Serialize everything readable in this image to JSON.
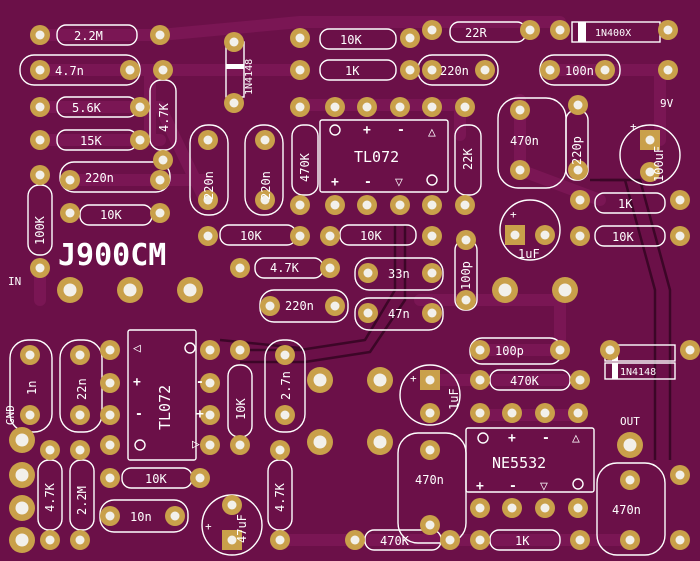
{
  "board": {
    "title": "J900CM",
    "colors": {
      "substrate": "#6b1048",
      "substrate_dark": "#4e0a33",
      "trace": "#7a1654",
      "trace_dark": "#3c0627",
      "pad": "#c9a04a",
      "pad_hole": "#f2f0ea",
      "silk": "#ffffff"
    }
  },
  "labels": {
    "input": "IN",
    "ground": "GND",
    "power": "9V",
    "output": "OUT"
  },
  "ics": {
    "ic1": "TL072",
    "ic2": "TL072",
    "ic3": "NE5532"
  },
  "resistors": {
    "r_2m2_top": "2.2M",
    "r_5k6": "5.6K",
    "r_15k": "15K",
    "r_4k7_a": "4.7K",
    "r_10k_a": "10K",
    "r_1k_a": "1K",
    "r_22r": "22R",
    "r_470k_a": "470K",
    "r_22k": "22K",
    "r_100k": "100K",
    "r_10k_b": "10K",
    "r_10k_c": "10K",
    "r_10k_d": "10K",
    "r_4k7_b": "4.7K",
    "r_1k_b": "1K",
    "r_10k_e": "10K",
    "r_470k_b": "470K",
    "r_10k_f": "10K",
    "r_10k_g": "10K",
    "r_4k7_c": "4.7K",
    "r_2m2_b": "2.2M",
    "r_4k7_d": "4.7K",
    "r_470k_c": "470K",
    "r_1k_c": "1K"
  },
  "capacitors": {
    "c_4n7": "4.7n",
    "c_220n_a": "220n",
    "c_220n_b": "220n",
    "c_220n_c": "220n",
    "c_220n_d": "220n",
    "c_100n": "100n",
    "c_470n_a": "470n",
    "c_220p": "220p",
    "c_100uf": "100uF",
    "c_1uf_a": "1uF",
    "c_33n": "33n",
    "c_47n": "47n",
    "c_100p_a": "100p",
    "c_220n_e": "220n",
    "c_1n": "1n",
    "c_22n": "22n",
    "c_2n7": "2.7n",
    "c_100p_b": "100p",
    "c_1uf_b": "1uF",
    "c_470n_b": "470n",
    "c_470n_c": "470n",
    "c_10n": "10n",
    "c_47uf": "47uF"
  },
  "diodes": {
    "d_1n400x": "1N400X",
    "d_1n4148_a": "1N4148",
    "d_1n4148_b": "1N4148"
  }
}
